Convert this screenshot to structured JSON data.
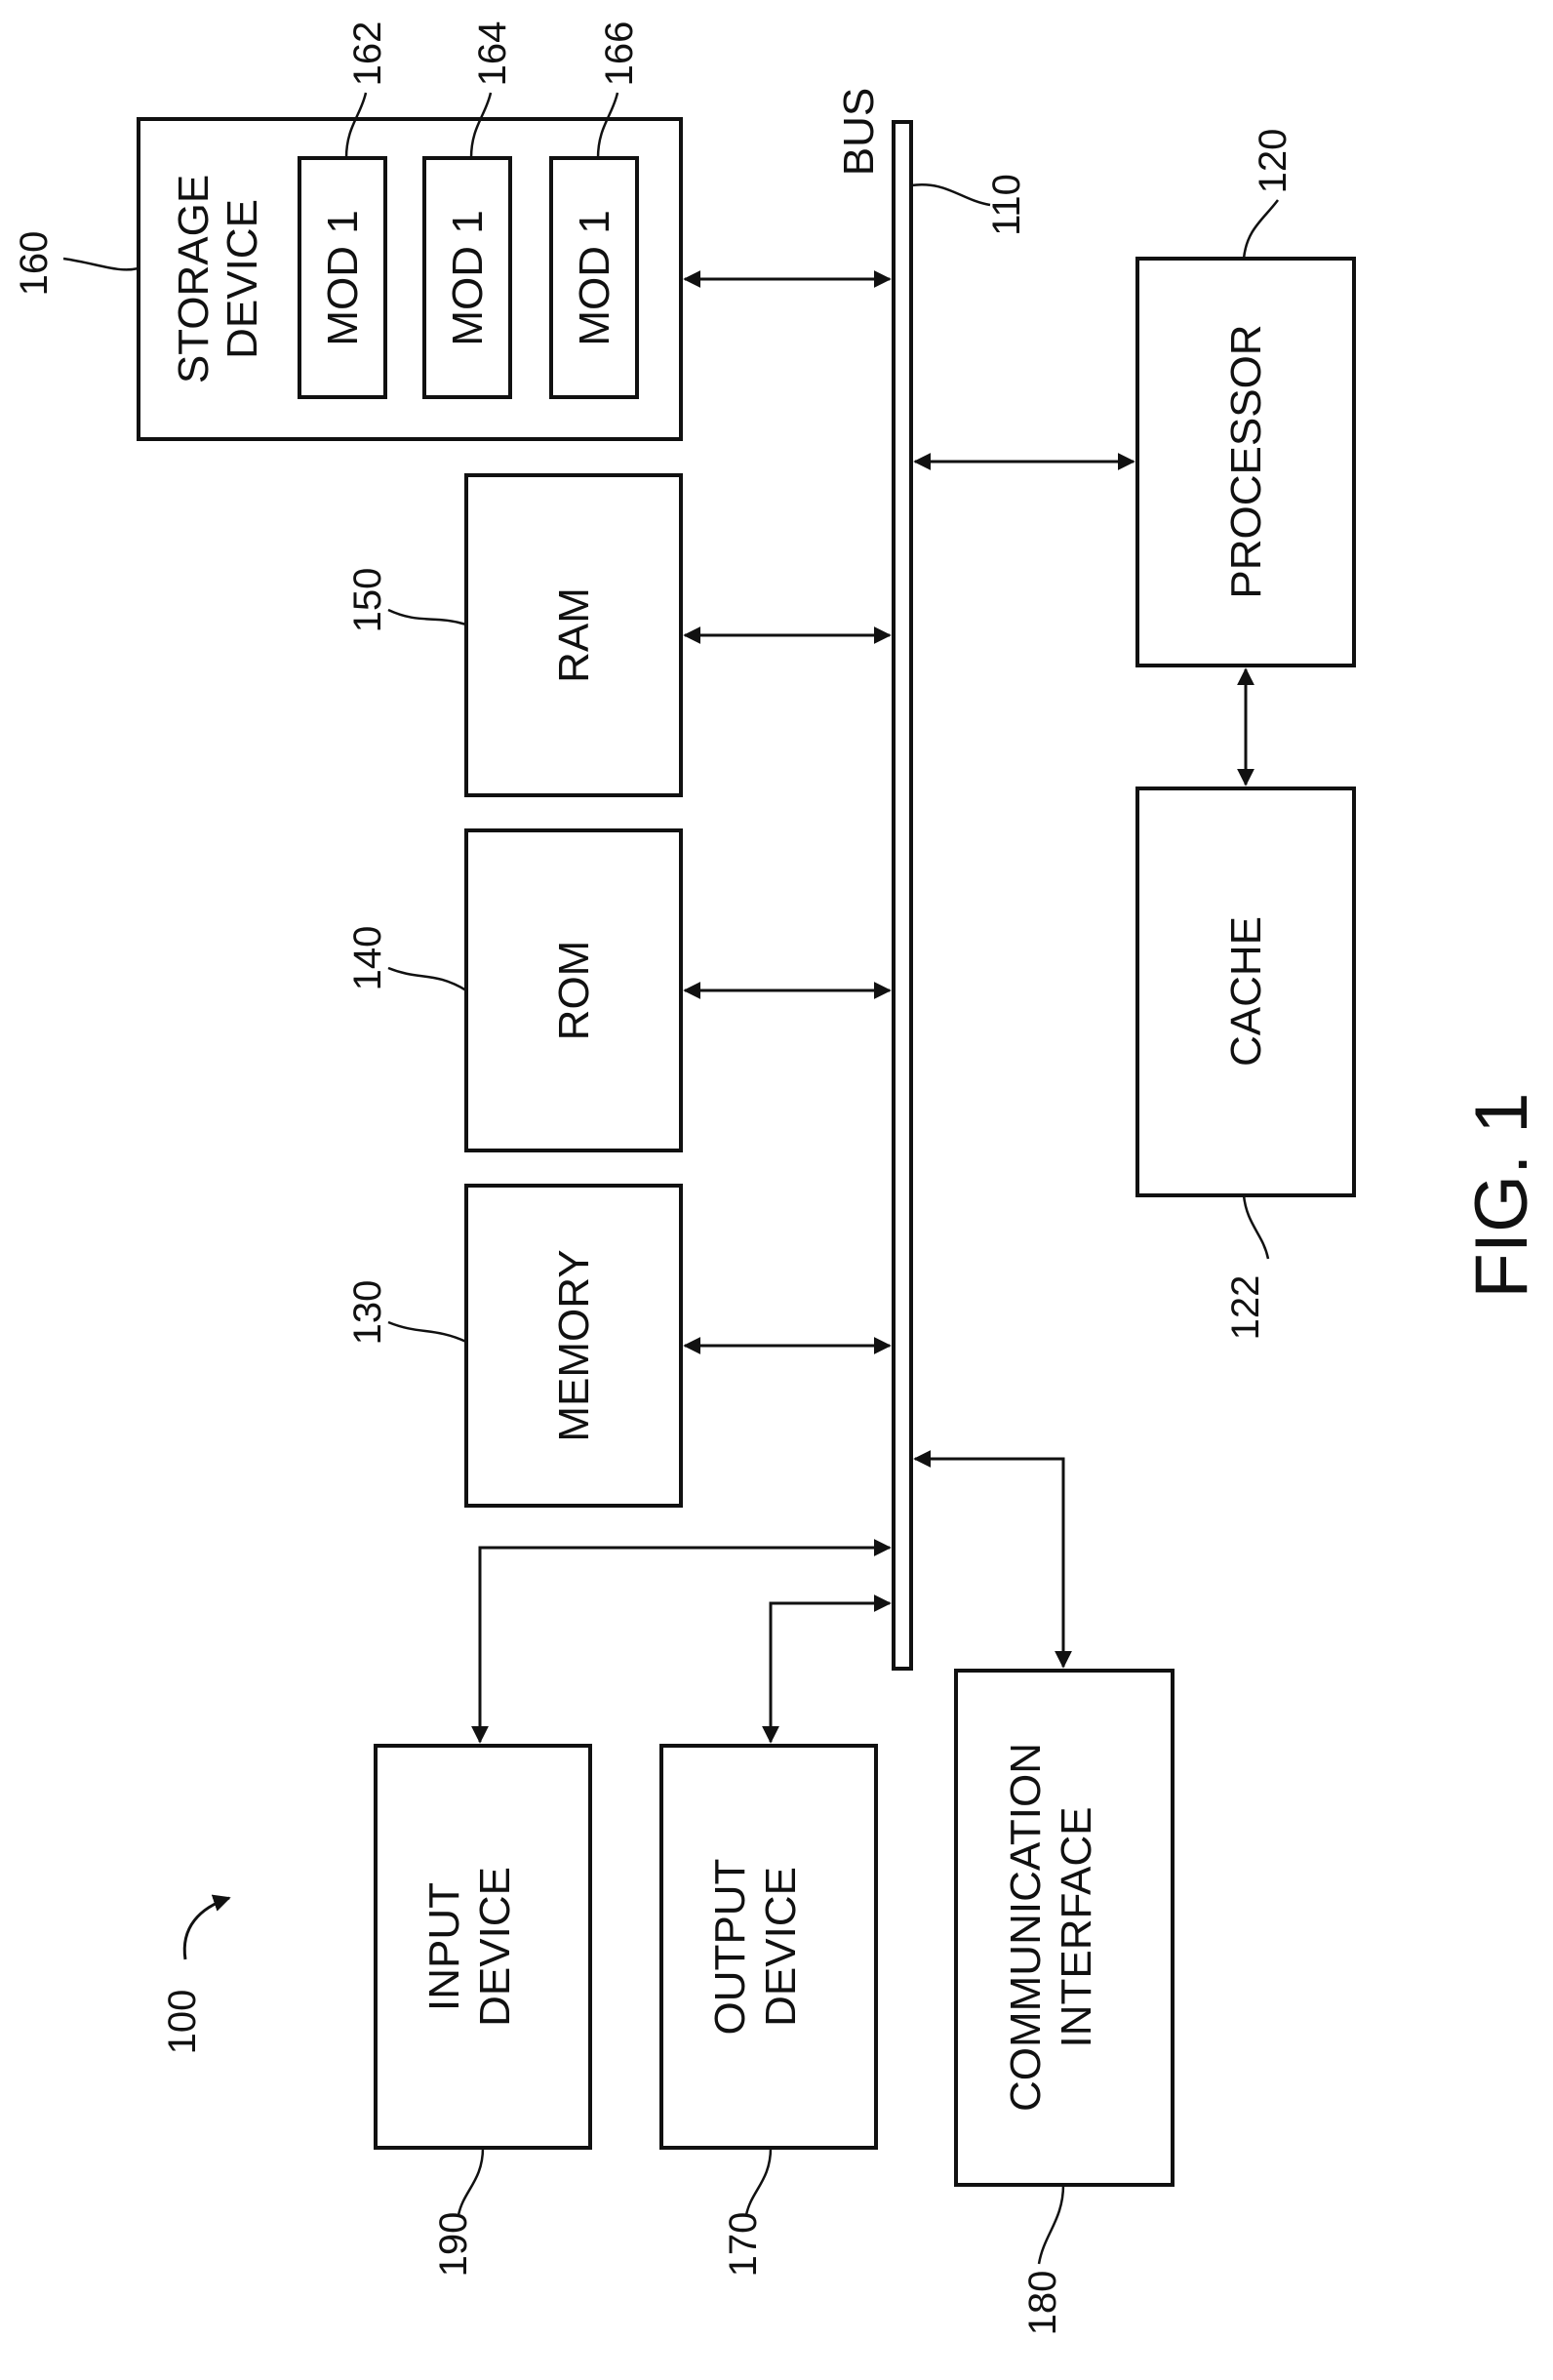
{
  "figure": {
    "label": "FIG. 1"
  },
  "system": {
    "ref": "100"
  },
  "bus": {
    "label": "BUS",
    "ref": "110"
  },
  "processor": {
    "label": "PROCESSOR",
    "ref": "120"
  },
  "cache": {
    "label": "CACHE",
    "ref": "122"
  },
  "memory": {
    "label": "MEMORY",
    "ref": "130"
  },
  "rom": {
    "label": "ROM",
    "ref": "140"
  },
  "ram": {
    "label": "RAM",
    "ref": "150"
  },
  "storage": {
    "label_line1": "STORAGE",
    "label_line2": "DEVICE",
    "ref": "160",
    "modules": [
      {
        "label": "MOD 1",
        "ref": "162"
      },
      {
        "label": "MOD 1",
        "ref": "164"
      },
      {
        "label": "MOD 1",
        "ref": "166"
      }
    ]
  },
  "output_device": {
    "label_line1": "OUTPUT",
    "label_line2": "DEVICE",
    "ref": "170"
  },
  "communication_interface": {
    "label_line1": "COMMUNICATION",
    "label_line2": "INTERFACE",
    "ref": "180"
  },
  "input_device": {
    "label_line1": "INPUT",
    "label_line2": "DEVICE",
    "ref": "190"
  }
}
